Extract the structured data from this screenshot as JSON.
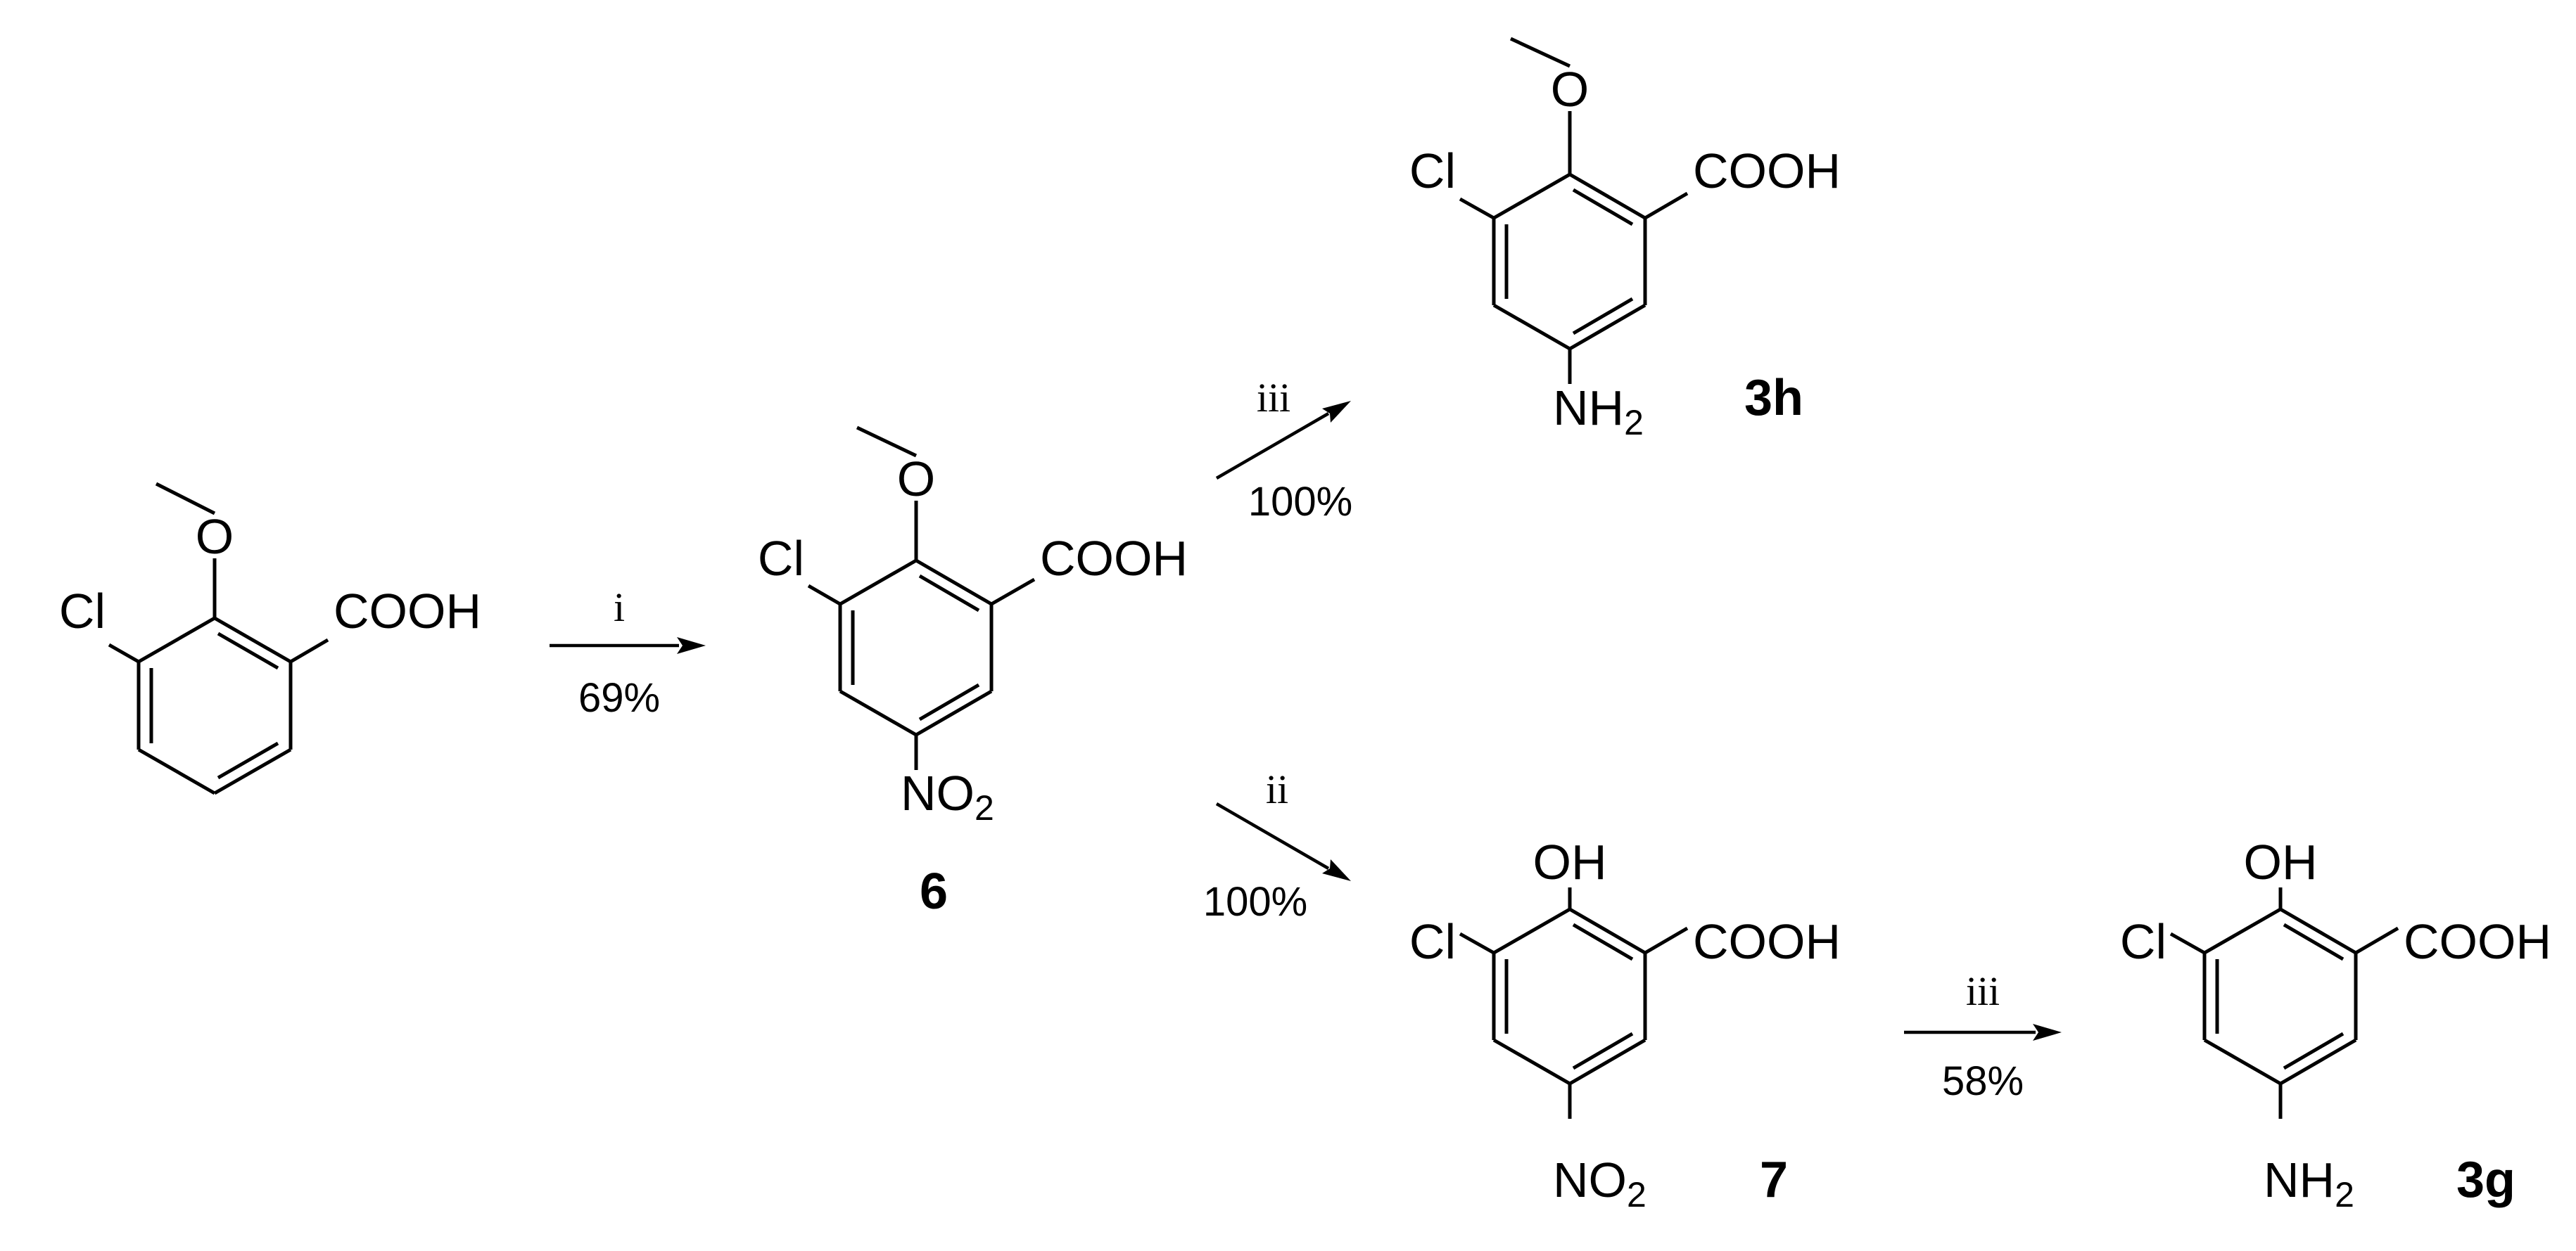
{
  "scheme": {
    "start": {
      "substituents": {
        "methoxy": "O",
        "chloro": "Cl",
        "acid": "COOH"
      }
    },
    "c6": {
      "label": "6",
      "substituents": {
        "methoxy": "O",
        "chloro": "Cl",
        "acid": "COOH",
        "nitro": "NO",
        "nitro_sub": "2"
      }
    },
    "c3h": {
      "label": "3h",
      "substituents": {
        "methoxy": "O",
        "chloro": "Cl",
        "acid": "COOH",
        "amino": "NH",
        "amino_sub": "2"
      }
    },
    "c7": {
      "label": "7",
      "substituents": {
        "hydroxy": "OH",
        "chloro": "Cl",
        "acid": "COOH",
        "nitro": "NO",
        "nitro_sub": "2"
      }
    },
    "c3g": {
      "label": "3g",
      "substituents": {
        "hydroxy": "OH",
        "chloro": "Cl",
        "acid": "COOH",
        "amino": "NH",
        "amino_sub": "2"
      }
    },
    "steps": [
      {
        "condition": "i",
        "yield": "69%"
      },
      {
        "condition": "iii",
        "yield": "100%"
      },
      {
        "condition": "ii",
        "yield": "100%"
      },
      {
        "condition": "iii",
        "yield": "58%"
      }
    ]
  }
}
